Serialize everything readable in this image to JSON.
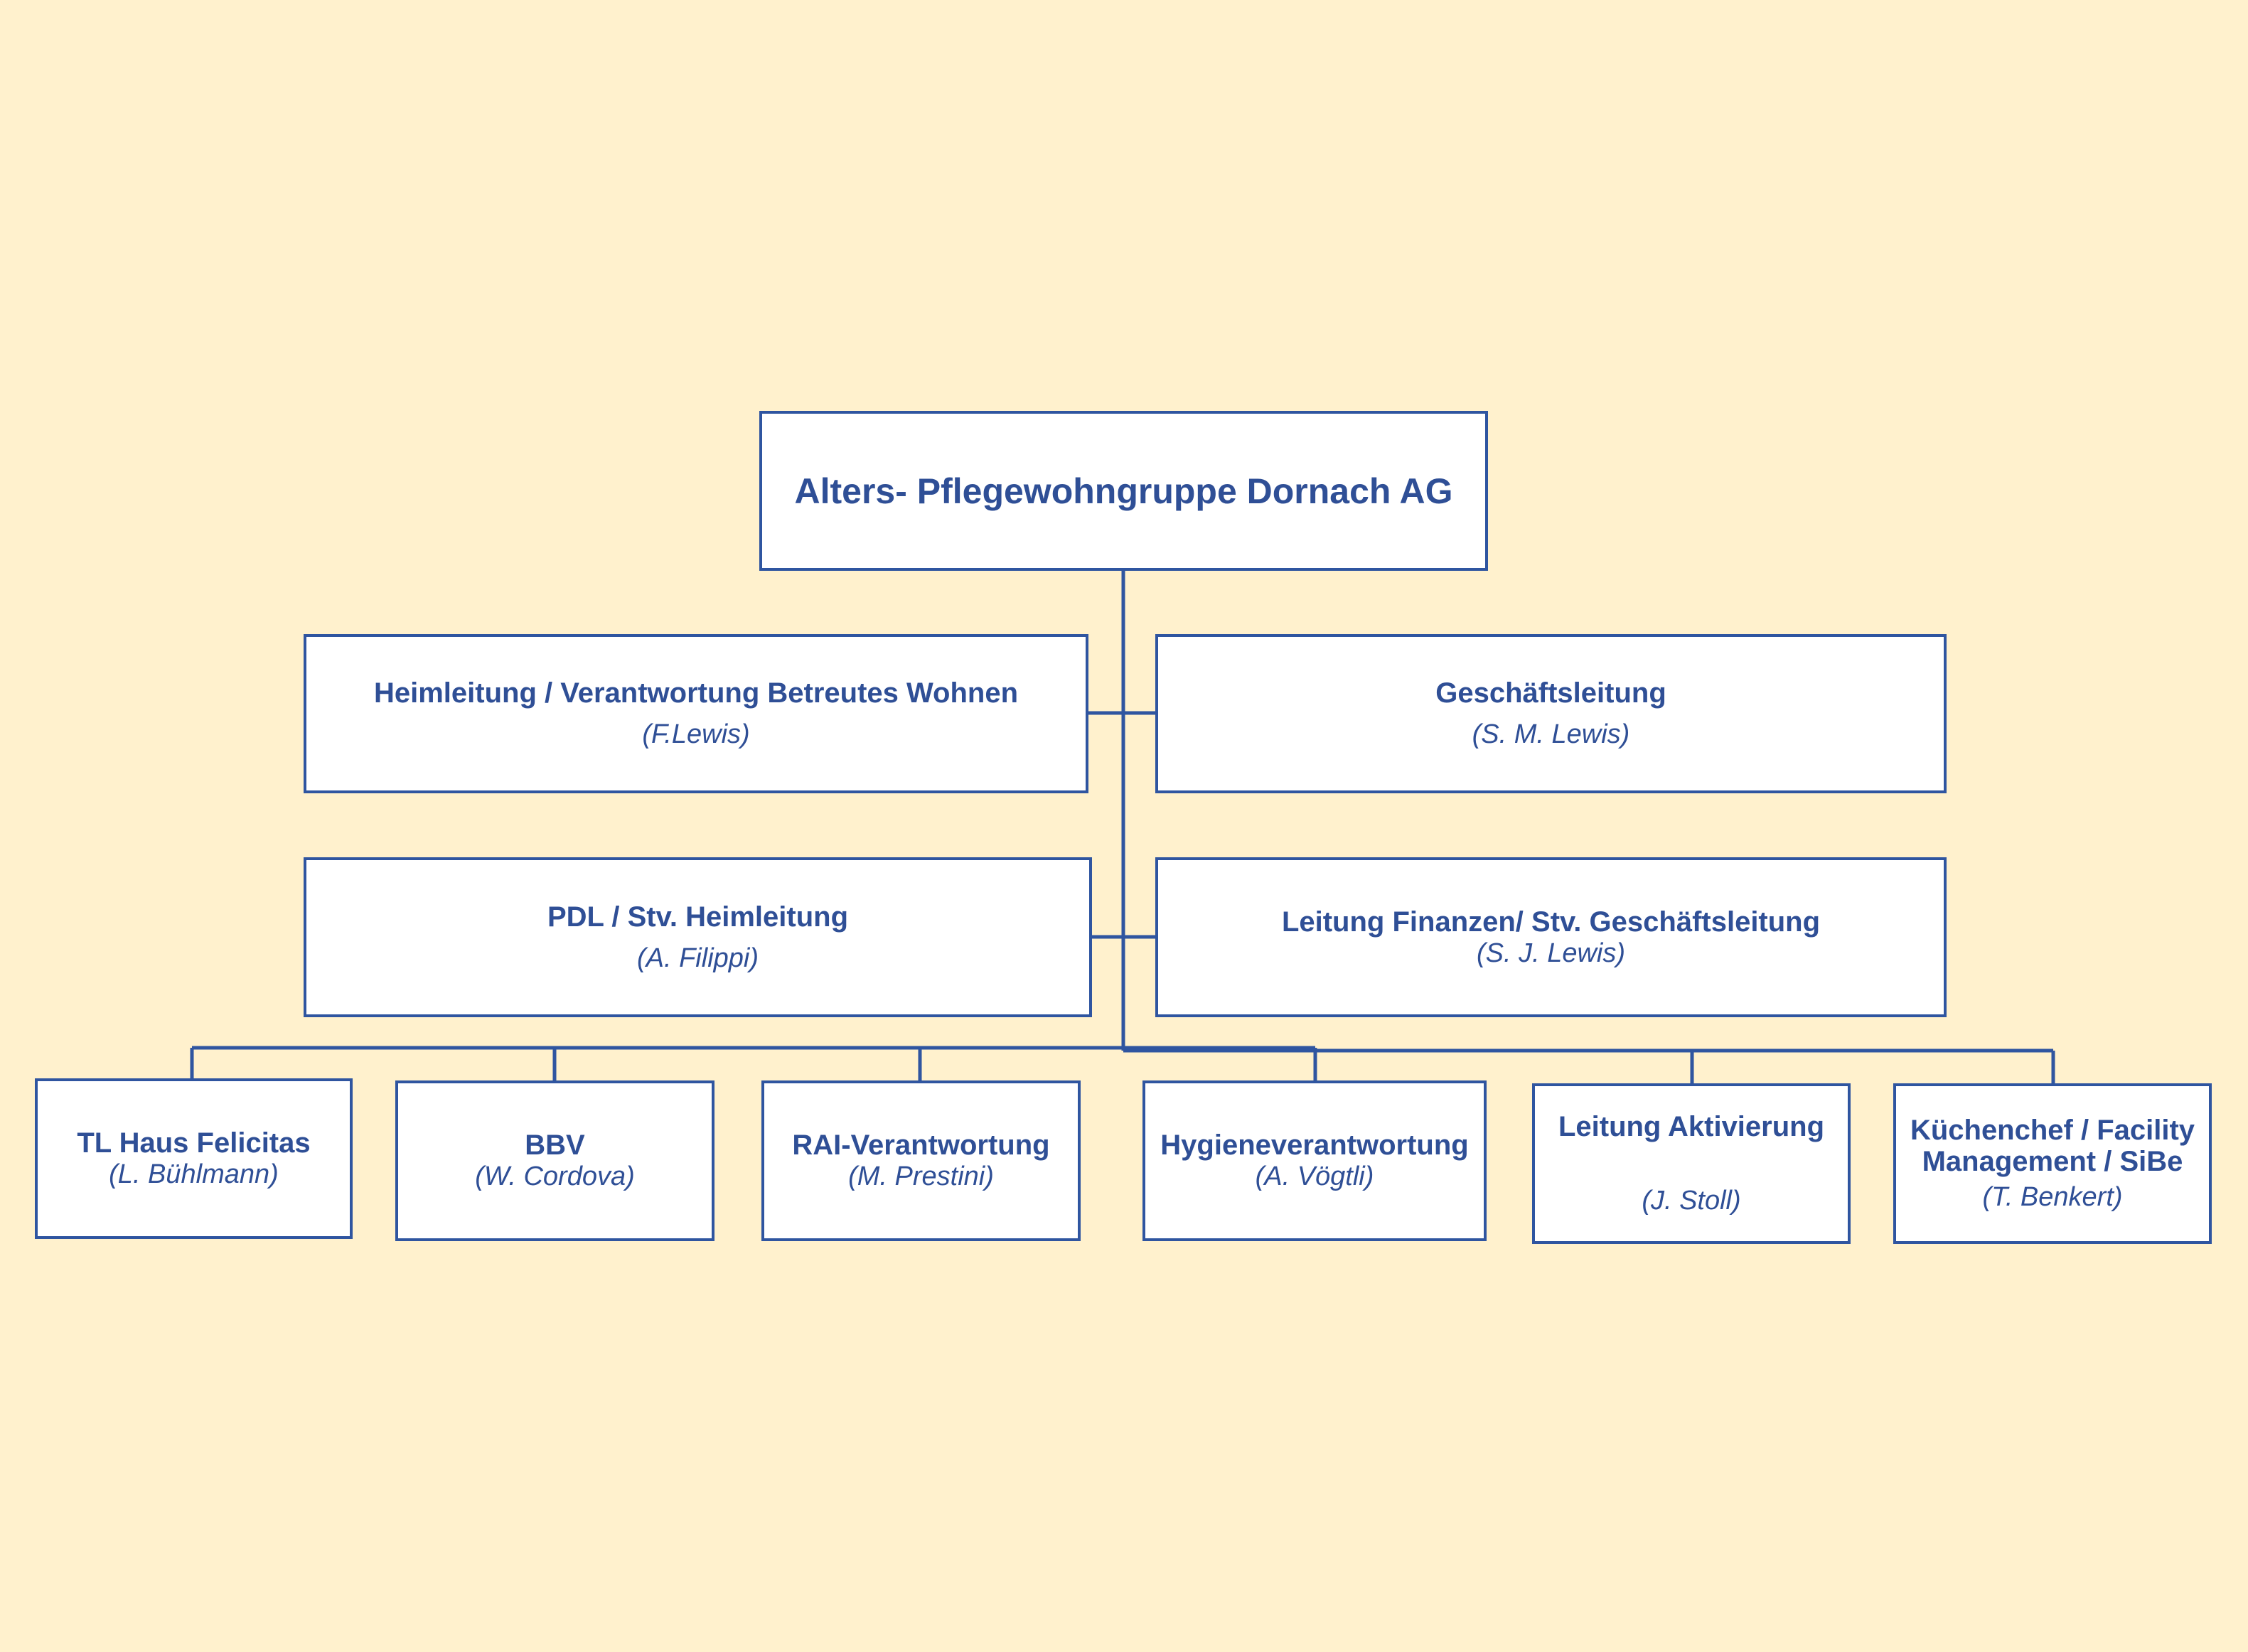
{
  "root": {
    "title": "Alters- Pflegewohngruppe Dornach AG"
  },
  "level1": [
    {
      "title": "Heimleitung / Verantwortung Betreutes Wohnen",
      "name": "(F.Lewis)"
    },
    {
      "title": "Geschäftsleitung",
      "name": "(S. M. Lewis)"
    }
  ],
  "level2": [
    {
      "title": "PDL / Stv. Heimleitung",
      "name": "(A. Filippi)"
    },
    {
      "title": "Leitung Finanzen/ Stv. Geschäftsleitung",
      "name": "(S. J.  Lewis)"
    }
  ],
  "departments": [
    {
      "title": "TL Haus Felicitas",
      "name": "(L. Bühlmann)"
    },
    {
      "title": "BBV",
      "name": "(W. Cordova)"
    },
    {
      "title": "RAI-Verantwortung",
      "name": "(M. Prestini)"
    },
    {
      "title": "Hygieneverantwortung",
      "name": "(A. Vögtli)"
    },
    {
      "title": "Leitung Aktivierung",
      "name": "(J. Stoll)"
    },
    {
      "title": "Küchenchef / Facility Management / SiBe",
      "name": "(T. Benkert)"
    }
  ],
  "colors": {
    "line": "#2f55a0",
    "text": "#2f4f96",
    "background": "#fff1cd",
    "box": "#ffffff"
  }
}
